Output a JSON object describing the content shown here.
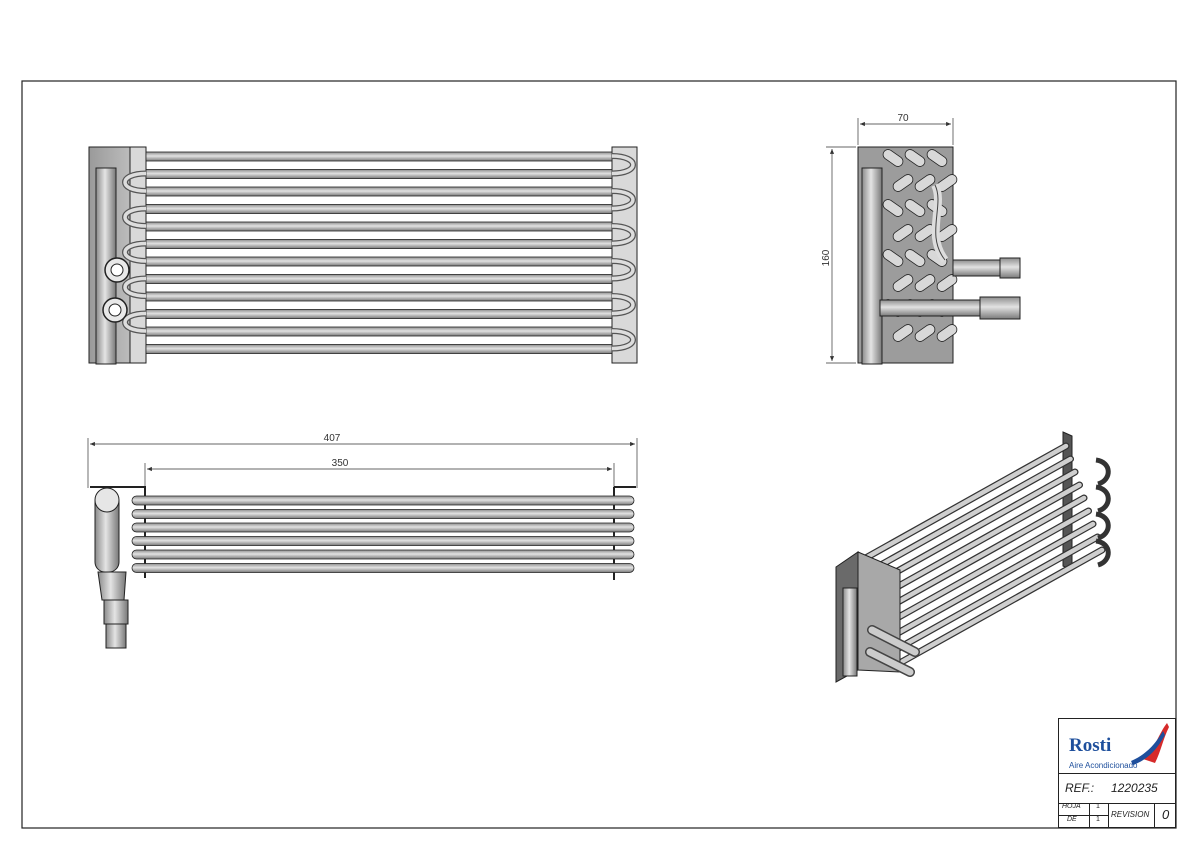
{
  "drawing": {
    "dimensions": {
      "front_height": "160",
      "front_depth": "70",
      "total_length": "407",
      "core_length": "350"
    }
  },
  "title_block": {
    "company": "Rosti",
    "tagline": "Aire Acondicionado",
    "ref_label": "REF.:",
    "ref_value": "1220235",
    "hoja_label": "HOJA",
    "hoja_value": "1",
    "de_label": "DE",
    "de_value": "1",
    "revision_label": "REVISION",
    "revision_value": "0"
  },
  "colors": {
    "logo_blue": "#1e4f9c",
    "logo_red": "#d62a2a",
    "metal": "#bdbdbd",
    "outline": "#222222"
  }
}
